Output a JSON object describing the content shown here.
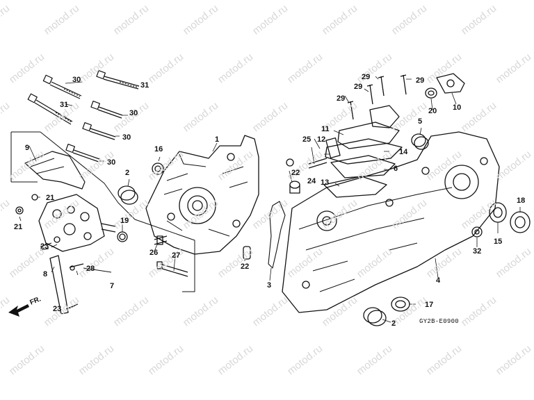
{
  "watermark_text": "motod.ru",
  "diagram_code": "GY2B-E0900",
  "front_indicator": "FR.",
  "callouts": [
    "1",
    "2",
    "2",
    "3",
    "4",
    "5",
    "6",
    "7",
    "8",
    "9",
    "10",
    "11",
    "12",
    "13",
    "14",
    "15",
    "16",
    "17",
    "18",
    "19",
    "20",
    "21",
    "21",
    "22",
    "22",
    "23",
    "23",
    "24",
    "25",
    "26",
    "27",
    "28",
    "29",
    "29",
    "29",
    "29",
    "30",
    "30",
    "30",
    "30",
    "31",
    "31",
    "32"
  ],
  "colors": {
    "line": "#111111",
    "background": "#ffffff",
    "watermark": "#d8d8d8"
  }
}
